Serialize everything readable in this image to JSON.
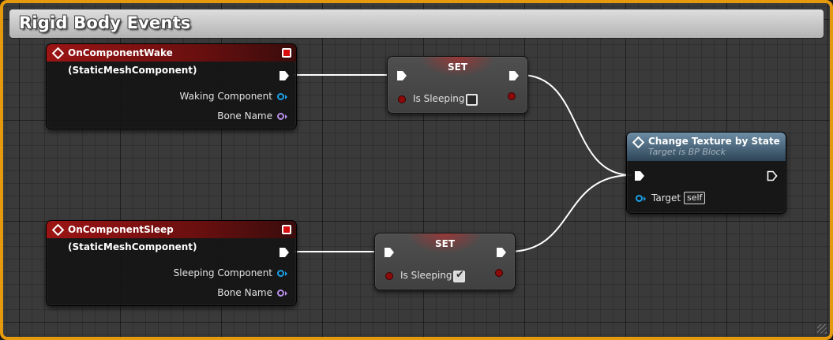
{
  "comment": {
    "title": "Rigid Body Events",
    "border_color": "#e59a0e"
  },
  "nodes": {
    "wake_event": {
      "title": "OnComponentWake (StaticMeshComponent)",
      "pins": [
        "Waking Component",
        "Bone Name"
      ]
    },
    "sleep_event": {
      "title": "OnComponentSleep (StaticMeshComponent)",
      "pins": [
        "Sleeping Component",
        "Bone Name"
      ]
    },
    "set_top": {
      "title": "SET",
      "pin_label": "Is Sleeping",
      "checked": false
    },
    "set_bottom": {
      "title": "SET",
      "pin_label": "Is Sleeping",
      "checked": true
    },
    "change_texture": {
      "title": "Change Texture by State",
      "subtitle": "Target is BP Block",
      "target_label": "Target",
      "target_default": "self"
    }
  },
  "colors": {
    "event_header": "#9c1414",
    "function_header": "#6e8ea6",
    "exec_wire": "#ffffff",
    "object_pin": "#1aa1e8",
    "name_pin": "#b78fe8",
    "bool_pin": "#8c0a0a"
  },
  "icons": [
    "event-diamond-icon",
    "delegate-pin-icon",
    "exec-pin-icon",
    "object-pin-icon",
    "name-pin-icon",
    "bool-pin-icon",
    "function-diamond-icon",
    "checkbox-icon",
    "checkmark-icon",
    "resize-grip-icon"
  ]
}
